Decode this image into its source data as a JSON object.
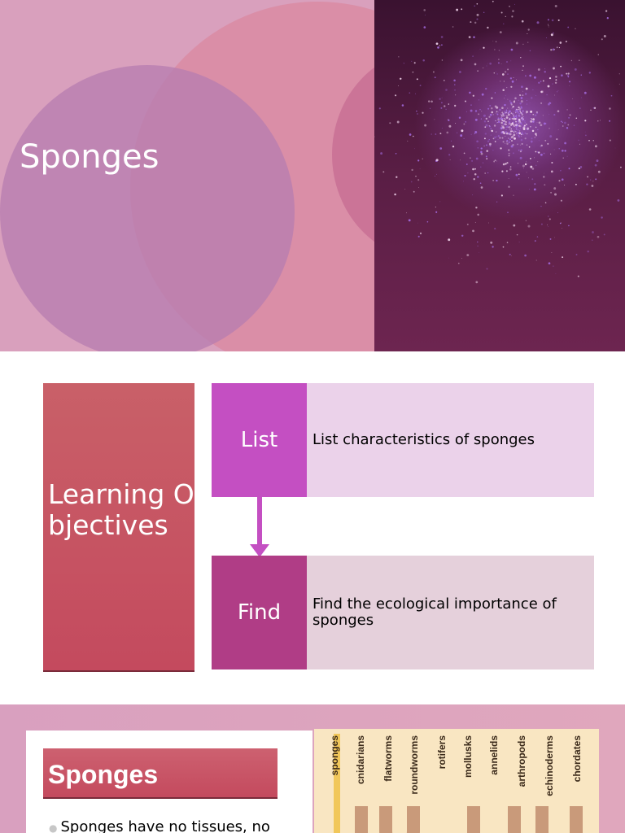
{
  "slide1": {
    "title": "Sponges",
    "photo": "particle-nebula-image",
    "colors": {
      "background": "#d9a0bd",
      "circle_big": "#d98ba3",
      "circle_front": "#b67cb0",
      "photo_dark": "#3a1230"
    }
  },
  "slide2": {
    "title": "Learning Objectives",
    "steps": [
      {
        "label": "List",
        "text": "List characteristics of sponges"
      },
      {
        "label": "Find",
        "text": "Find the ecological importance of sponges"
      }
    ],
    "colors": {
      "title_box": "#c44a5e",
      "step1": "#c44fc2",
      "step2": "#b03d86",
      "arrow": "#c44fc2"
    }
  },
  "slide3": {
    "title": "Sponges",
    "bullet": "Sponges have no tissues, no",
    "taxa": [
      "sponges",
      "cnidarians",
      "flatworms",
      "roundworms",
      "rotifers",
      "mollusks",
      "annelids",
      "arthropods",
      "echinoderms",
      "chordates"
    ],
    "diagram_background": "#f9e6c2"
  }
}
